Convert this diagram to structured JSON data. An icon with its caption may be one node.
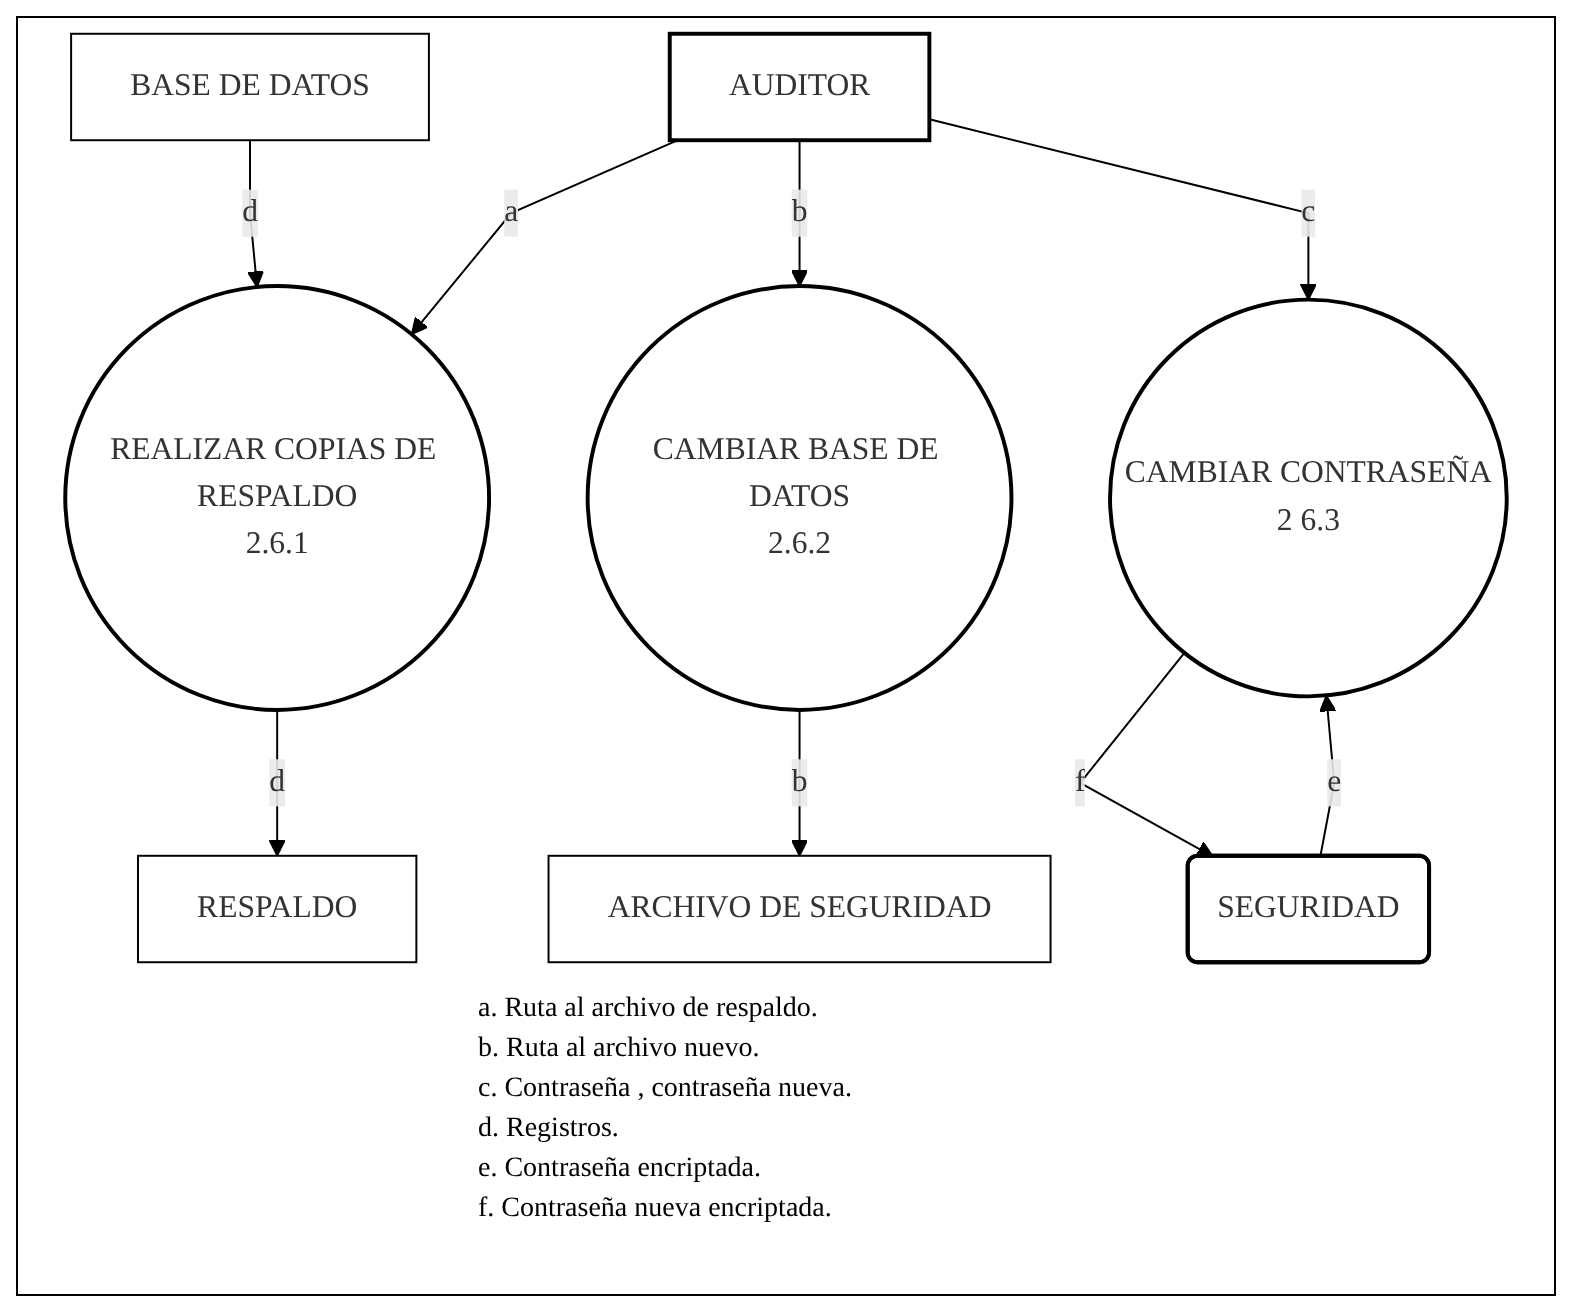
{
  "diagram": {
    "nodes": [
      {
        "text": [
          "AUDITOR"
        ]
      },
      {
        "text": [
          "BASE DE DATOS"
        ]
      },
      {
        "text": [
          "REALIZAR COPIAS DE RESPALDO",
          "2.6.1"
        ]
      },
      {
        "text": [
          "CAMBIAR BASE DE DATOS",
          "2.6.2"
        ]
      },
      {
        "text": [
          "CAMBIAR CONTRASEÑA",
          "2 6.3"
        ]
      },
      {
        "text": [
          "RESPALDO"
        ]
      },
      {
        "text": [
          "ARCHIVO DE SEGURIDAD"
        ]
      },
      {
        "text": [
          "SEGURIDAD"
        ]
      }
    ],
    "edges": [
      {
        "from": 0,
        "to": 2,
        "arrow": "to",
        "label": "a"
      },
      {
        "from": 0,
        "to": 3,
        "arrow": "to",
        "label": "b"
      },
      {
        "from": 0,
        "to": 4,
        "arrow": "to",
        "label": "c"
      },
      {
        "from": 1,
        "to": 2,
        "arrow": "to",
        "label": "d"
      },
      {
        "from": 2,
        "to": 5,
        "arrow": "to",
        "label": "d"
      },
      {
        "from": 3,
        "to": 6,
        "arrow": "to",
        "label": "b"
      },
      {
        "from": 7,
        "to": 4,
        "arrow": "to",
        "label": "e"
      },
      {
        "from": 4,
        "to": 7,
        "arrow": "to",
        "label": "f"
      }
    ],
    "labels": [
      "a. Ruta al archivo de respaldo.",
      "b. Ruta al archivo nuevo.",
      "c. Contraseña , contraseña nueva.",
      "d. Registros.",
      "e. Contraseña encriptada.",
      "f. Contraseña nueva encriptada."
    ]
  }
}
